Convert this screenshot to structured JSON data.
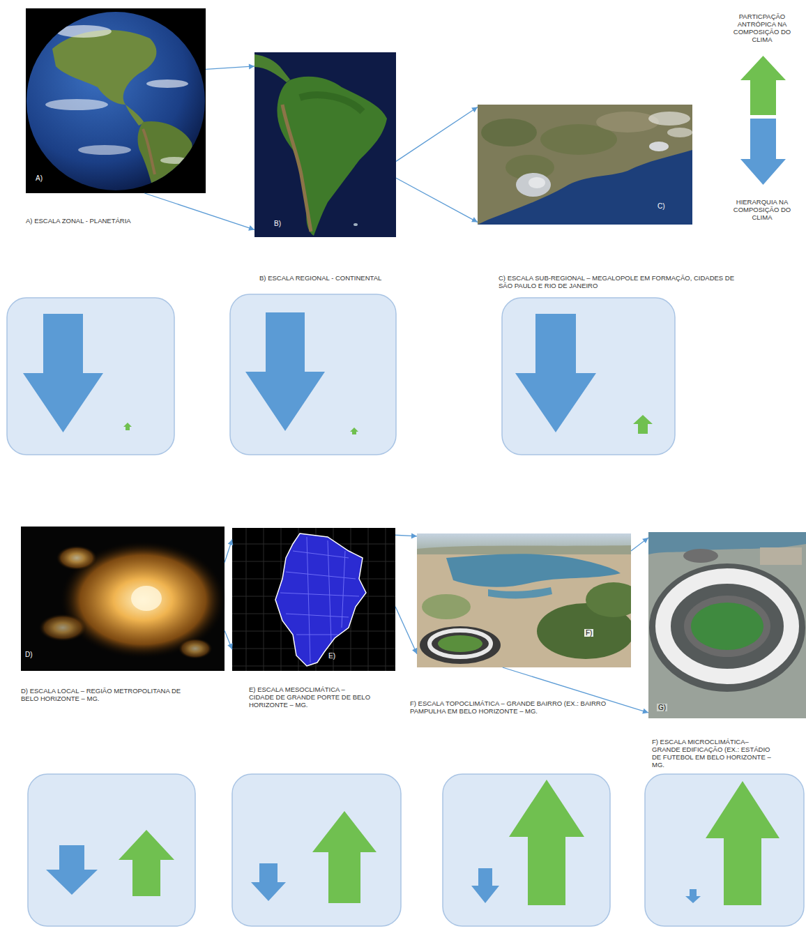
{
  "diagram": {
    "nodes": [
      {
        "text": [
          "A)"
        ]
      },
      {
        "text": [
          "B)"
        ]
      },
      {
        "text": [
          "C)"
        ]
      },
      {
        "text": [
          "D)"
        ]
      },
      {
        "text": [
          "E)"
        ]
      },
      {
        "text": [
          "F)"
        ]
      },
      {
        "text": [
          "G)"
        ]
      }
    ],
    "edges": [
      {
        "from": 0,
        "to": 1,
        "arrow": "to"
      },
      {
        "from": 0,
        "to": 1,
        "arrow": "to"
      },
      {
        "from": 1,
        "to": 2,
        "arrow": "to"
      },
      {
        "from": 1,
        "to": 2,
        "arrow": "to"
      },
      {
        "from": 3,
        "to": 4,
        "arrow": "to"
      },
      {
        "from": 3,
        "to": 4,
        "arrow": "to"
      },
      {
        "from": 4,
        "to": 5,
        "arrow": "to"
      },
      {
        "from": 4,
        "to": 5,
        "arrow": "to"
      },
      {
        "from": 5,
        "to": 6,
        "arrow": "to"
      },
      {
        "from": 5,
        "to": 6,
        "arrow": "to"
      }
    ],
    "labels": [
      "PARTICPAÇÃO ANTRÓPICA NA COMPOSIÇÃO DO CLIMA",
      "HIERARQUIA NA COMPOSIÇÃO DO CLIMA",
      "A) ESCALA ZONAL - PLANETÁRIA",
      "B) ESCALA REGIONAL - CONTINENTAL",
      "C) ESCALA SUB-REGIONAL – MEGALOPOLE EM FORMAÇÃO, CIDADES DE SÃO PAULO E RIO DE JANEIRO",
      "D) ESCALA LOCAL – REGIÃO METROPOLITANA DE BELO HORIZONTE – MG.",
      "E) ESCALA MESOCLIMÁTICA – CIDADE DE GRANDE PORTE DE BELO HORIZONTE – MG.",
      "F) ESCALA TOPOCLIMÁTICA – GRANDE BAIRRO (EX.: BAIRRO PAMPULHA EM BELO HORIZONTE – MG.",
      "F) ESCALA MICROCLIMÁTICA– GRANDE EDIFICAÇÃO (EX.: ESTÁDIO DE FUTEBOL EM BELO HORIZONTE – MG."
    ]
  }
}
